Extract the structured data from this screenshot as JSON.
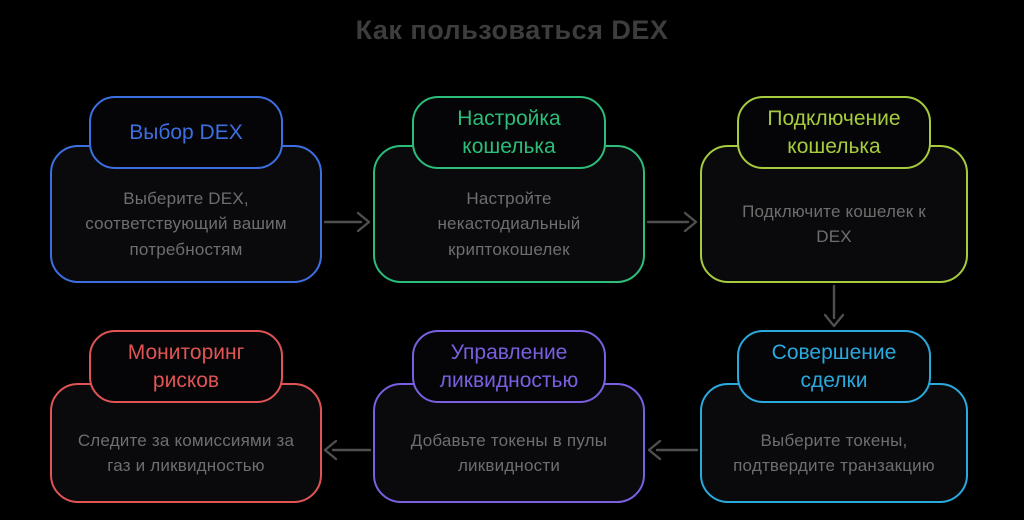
{
  "title": "Как пользоваться DEX",
  "theme": {
    "background": "#000000",
    "title_color": "#3d3d3d",
    "description_color": "#6e6e6e",
    "arrow_color": "#4f4f4f",
    "box_fill": "#0a0a0d"
  },
  "steps": [
    {
      "title": "Выбор DEX",
      "description": "Выберите DEX, соответствующий вашим потребностям",
      "color": "#3d6fe0"
    },
    {
      "title": "Настройка кошелька",
      "description": "Настройте некастодиальный криптокошелек",
      "color": "#2bbd79"
    },
    {
      "title": "Подключение кошелька",
      "description": "Подключите кошелек к DEX",
      "color": "#a6cc3d"
    },
    {
      "title": "Совершение сделки",
      "description": "Выберите токены, подтвердите транзакцию",
      "color": "#2aa9dd"
    },
    {
      "title": "Управление ликвидностью",
      "description": "Добавьте токены в пулы ликвидности",
      "color": "#7a5fe0"
    },
    {
      "title": "Мониторинг рисков",
      "description": "Следите за комиссиями за газ и ликвидностью",
      "color": "#e05454"
    }
  ],
  "arrows": [
    {
      "from": "Выбор DEX",
      "to": "Настройка кошелька",
      "direction": "right"
    },
    {
      "from": "Настройка кошелька",
      "to": "Подключение кошелька",
      "direction": "right"
    },
    {
      "from": "Подключение кошелька",
      "to": "Совершение сделки",
      "direction": "down"
    },
    {
      "from": "Совершение сделки",
      "to": "Управление ликвидностью",
      "direction": "left"
    },
    {
      "from": "Управление ликвидностью",
      "to": "Мониторинг рисков",
      "direction": "left"
    }
  ]
}
